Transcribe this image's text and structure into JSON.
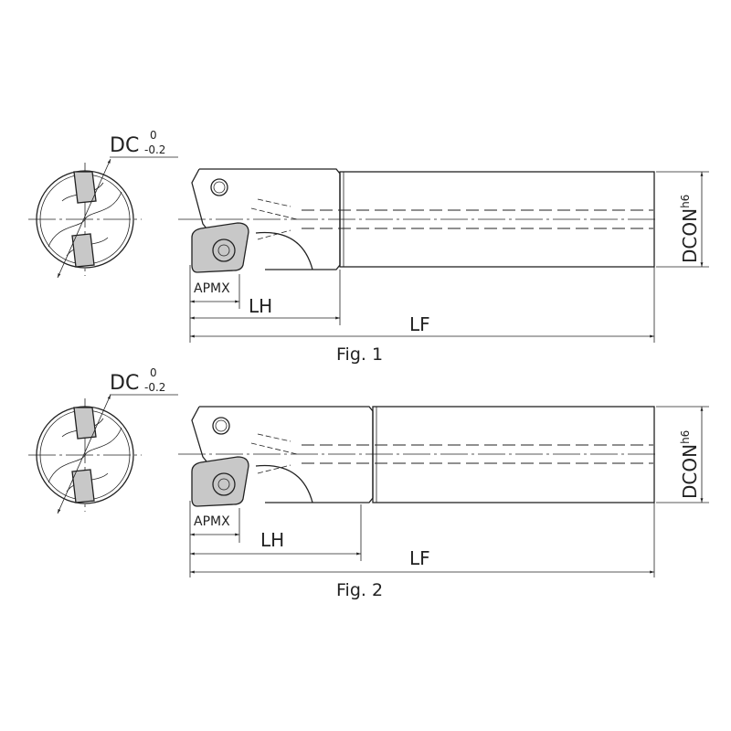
{
  "figures": [
    {
      "caption": "Fig. 1",
      "dc_label": "DC",
      "dc_tol_upper": "0",
      "dc_tol_lower": "-0.2",
      "apmx_label": "APMX",
      "lh_label": "LH",
      "lf_label": "LF",
      "dcon_label": "DCON",
      "dcon_tol": "h6"
    },
    {
      "caption": "Fig. 2",
      "dc_label": "DC",
      "dc_tol_upper": "0",
      "dc_tol_lower": "-0.2",
      "apmx_label": "APMX",
      "lh_label": "LH",
      "lf_label": "LF",
      "dcon_label": "DCON",
      "dcon_tol": "h6"
    }
  ]
}
